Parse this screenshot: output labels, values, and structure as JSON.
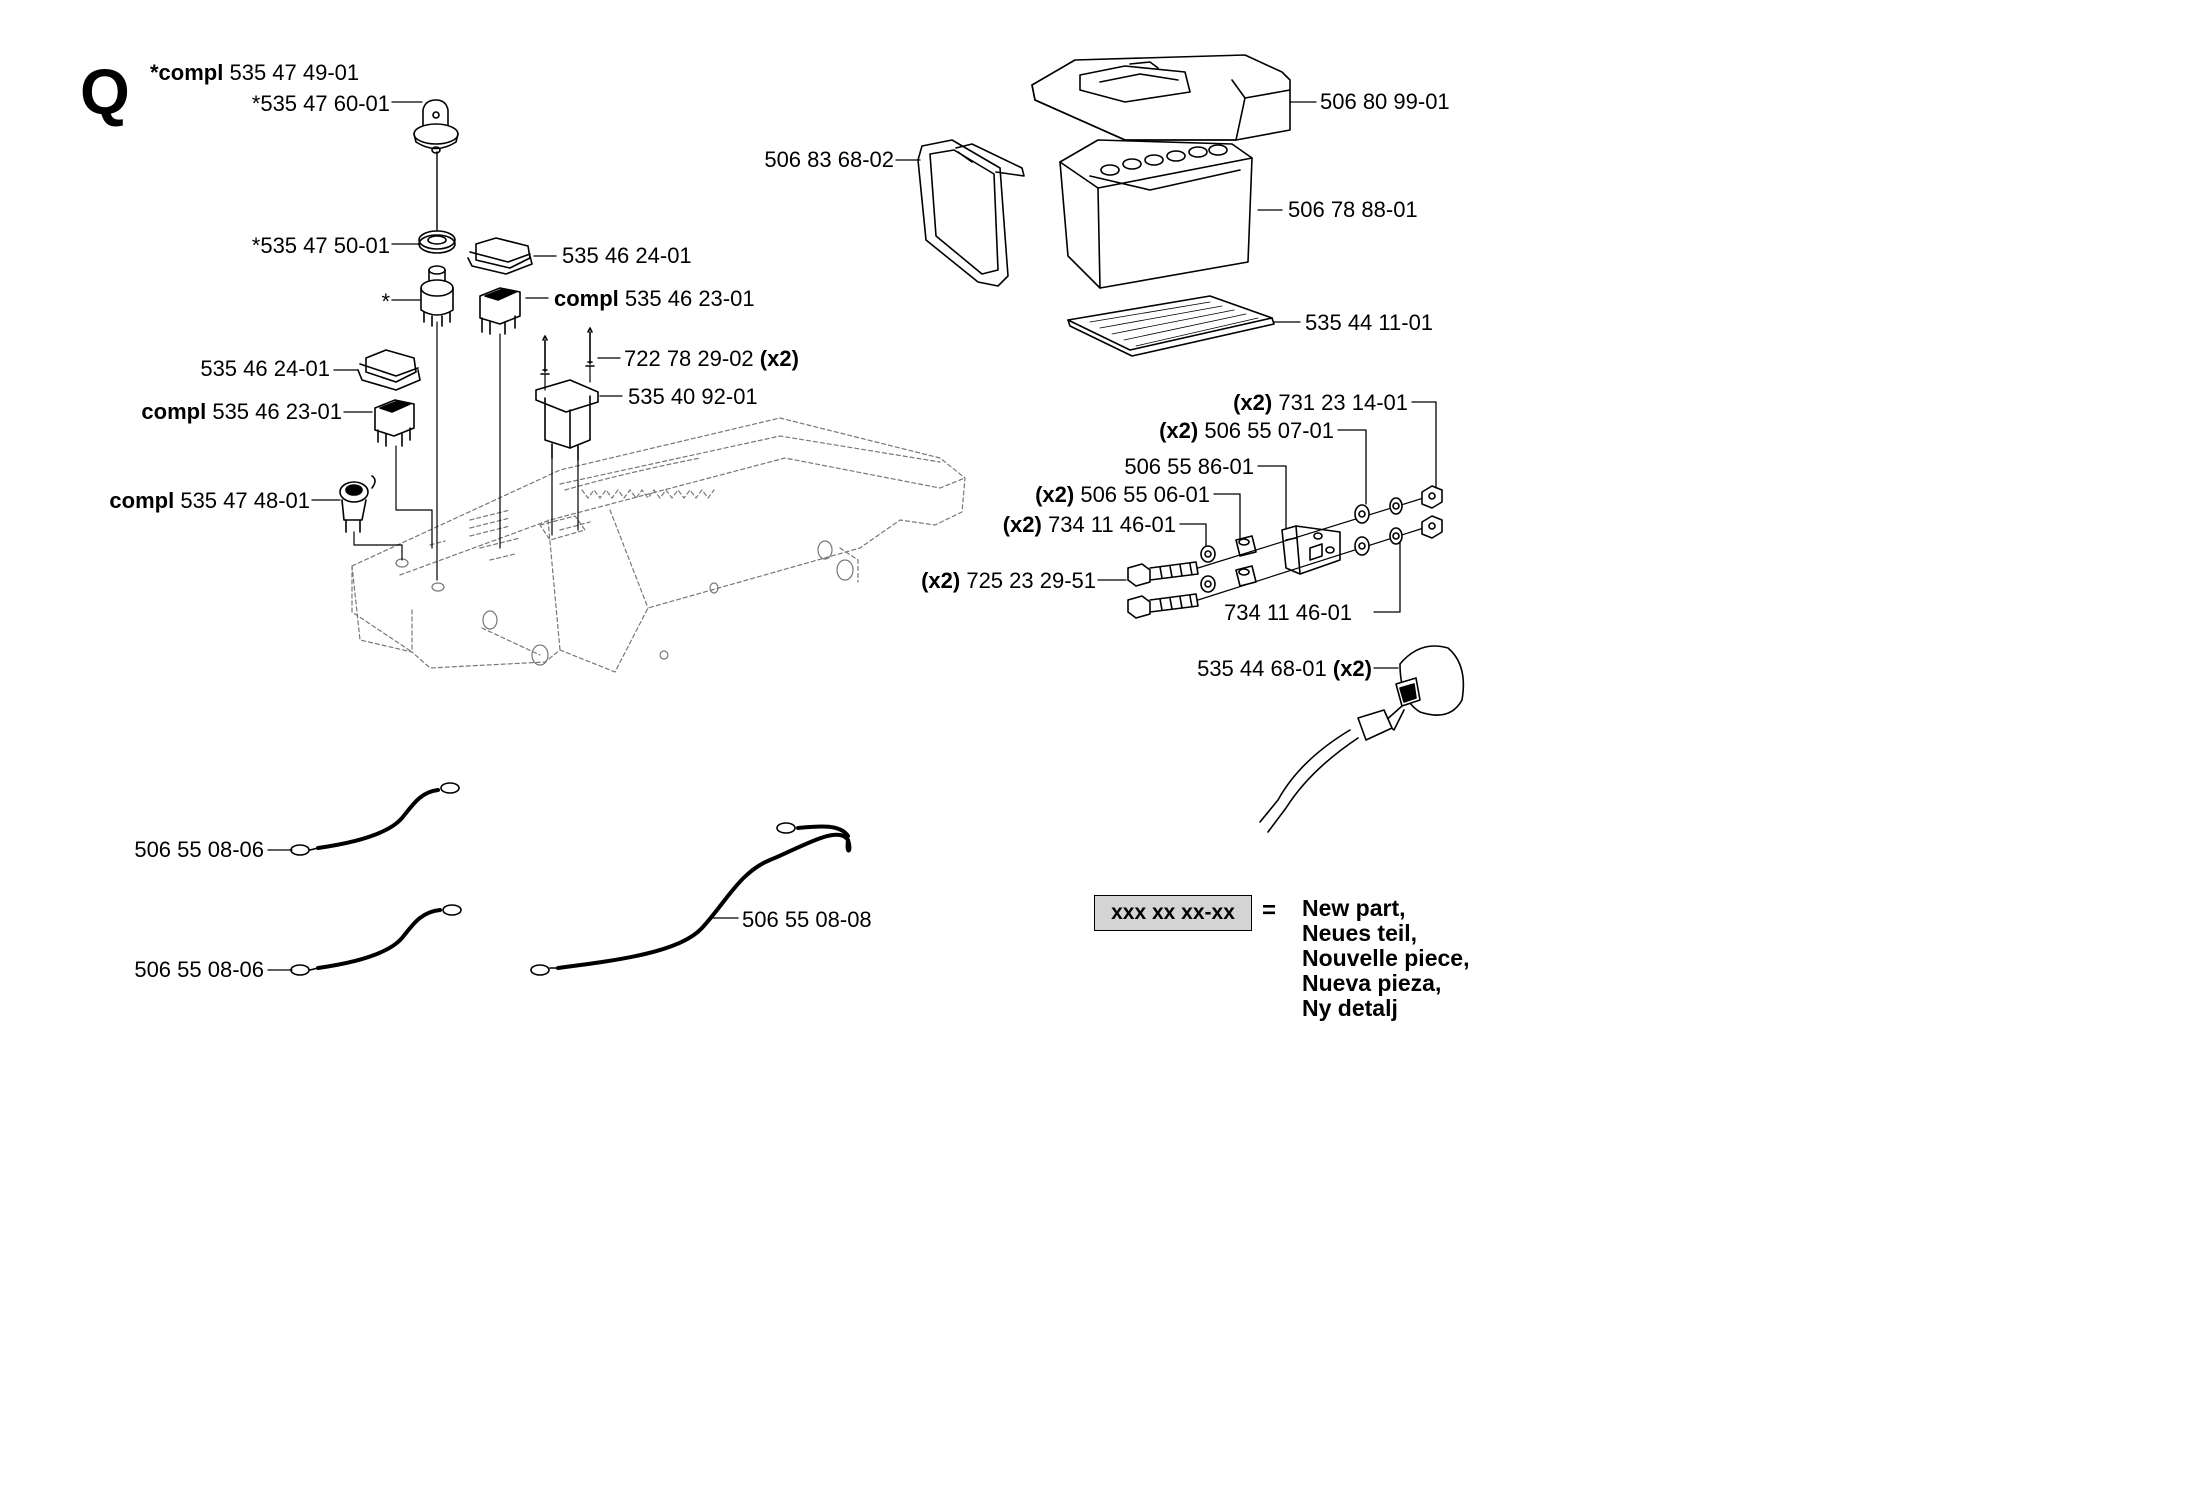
{
  "section": "Q",
  "labels": {
    "key_compl_prefix": "*compl",
    "key_compl_num": "535 47 49-01",
    "key": "*535 47 60-01",
    "nut": "*535 47 50-01",
    "switch_body": "*",
    "cover_right": "535 46 24-01",
    "rocker_right_prefix": "compl",
    "rocker_right_num": "535 46 23-01",
    "rivet_num": "722 78 29-02",
    "rivet_qty": "(x2)",
    "relay": "535 40 92-01",
    "cover_left": "535 46 24-01",
    "rocker_left_prefix": "compl",
    "rocker_left_num": "535 46 23-01",
    "socket_prefix": "compl",
    "socket_num": "535 47 48-01",
    "battery_cover": "506 80 99-01",
    "strap": "506 83 68-02",
    "battery": "506 78 88-01",
    "mat": "535 44 11-01",
    "nut_qty": "(x2)",
    "nut_num": "731 23 14-01",
    "washer_a_qty": "(x2)",
    "washer_a_num": "506 55 07-01",
    "clamp": "506 55 86-01",
    "spacer_qty": "(x2)",
    "spacer_num": "506 55 06-01",
    "washer_b_qty": "(x2)",
    "washer_b_num": "734 11 46-01",
    "bolt_qty": "(x2)",
    "bolt_num": "725 23 29-51",
    "washer_c": "734 11 46-01",
    "lamp_num": "535 44 68-01",
    "lamp_qty": "(x2)",
    "cable_1": "506 55 08-06",
    "cable_2": "506 55 08-06",
    "cable_3": "506 55 08-08"
  },
  "legend": {
    "box": "xxx xx xx-xx",
    "equals": "=",
    "lines": [
      "New part,",
      "Neues teil,",
      "Nouvelle piece,",
      "Nueva pieza,",
      "Ny detalj"
    ]
  }
}
